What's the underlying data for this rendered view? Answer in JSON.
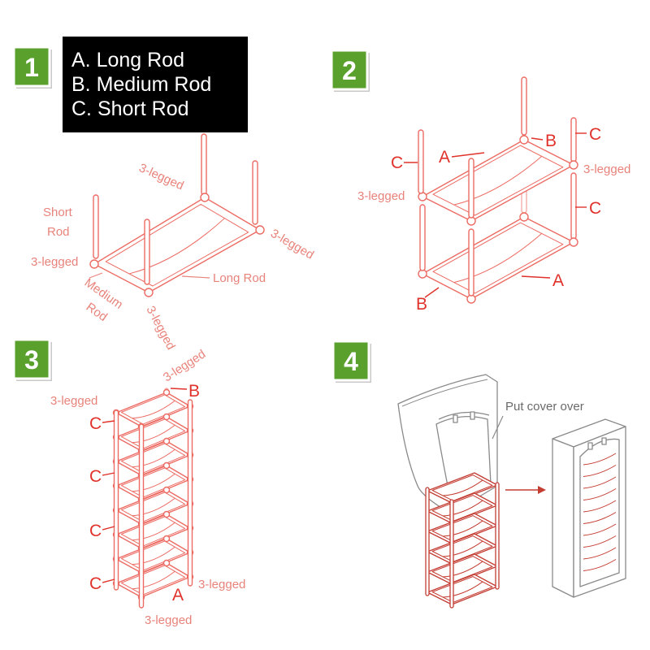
{
  "colors": {
    "badge_green": "#5aa02c",
    "frame_line": "#ec6b63",
    "frame_dark": "#c43d33",
    "label_pink": "#e8837b",
    "label_red": "#e0322b",
    "cover_gray": "#8a8a8a",
    "legend_background": "#000000",
    "legend_text": "#ffffff"
  },
  "steps": [
    {
      "number": "1"
    },
    {
      "number": "2"
    },
    {
      "number": "3"
    },
    {
      "number": "4"
    }
  ],
  "legend": [
    "A. Long Rod",
    "B. Medium Rod",
    "C. Short Rod"
  ],
  "step1": {
    "label_3legged_top": "3-legged",
    "label_short_rod": [
      "Short",
      "Rod"
    ],
    "label_3legged_left": "3-legged",
    "label_3legged_right": "3-legged",
    "label_medium_rod": [
      "Medium",
      "Rod"
    ],
    "label_3legged_bottom": "3-legged",
    "label_long_rod": "Long Rod"
  },
  "step2": {
    "label_b_top": "B",
    "label_c_top_right": "C",
    "label_c_left": "C",
    "label_a_top": "A",
    "label_3legged_right": "3-legged",
    "label_3legged_left": "3-legged",
    "label_c_right": "C",
    "label_a_bottom": "A",
    "label_b_bottom": "B"
  },
  "step3": {
    "label_3legged_top": "3-legged",
    "label_b": "B",
    "label_3legged_left": "3-legged",
    "label_c": [
      "C",
      "C",
      "C",
      "C"
    ],
    "label_3legged_right": "3-legged",
    "label_a": "A",
    "label_3legged_bottom": "3-legged"
  },
  "step4": {
    "label_put_cover": "Put cover over"
  }
}
